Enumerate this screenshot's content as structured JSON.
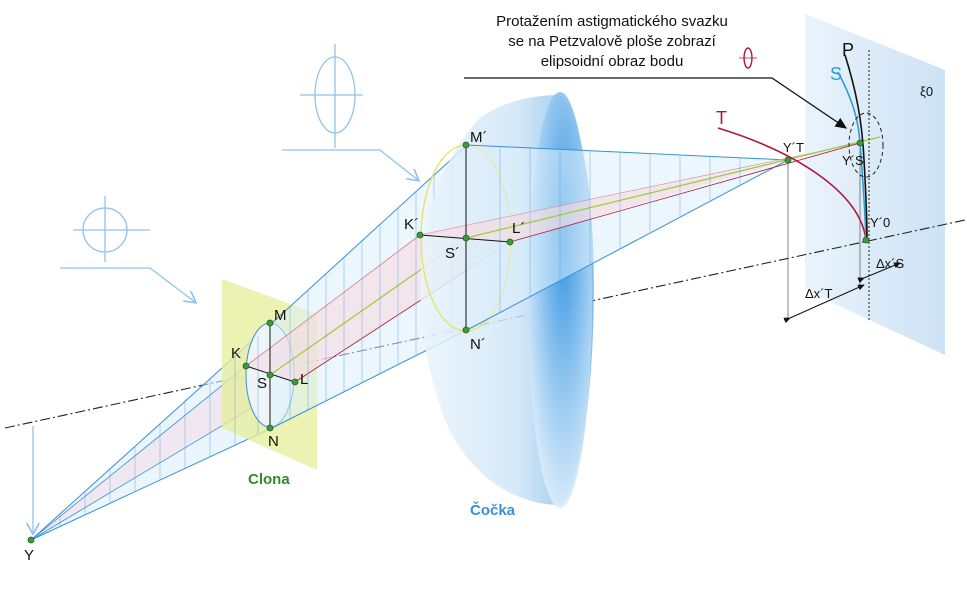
{
  "caption": {
    "line1": "Protažením astigmatického svazku",
    "line2": "se na Petzvalově ploše zobrazí",
    "line3": "elipsoidní obraz bodu"
  },
  "labels": {
    "aperture": "Clona",
    "lens": "Čočka",
    "object_point": "Y",
    "aperture_points": {
      "M": "M",
      "N": "N",
      "K": "K",
      "L": "L",
      "S": "S"
    },
    "lens_points": {
      "M": "M´",
      "N": "N´",
      "K": "K´",
      "L": "L´",
      "S": "S´"
    },
    "curve_T": "T",
    "curve_S": "S",
    "curve_P": "P",
    "image_T": "Y´T",
    "image_S": "Y´S",
    "image_0": "Y´0",
    "delta_T": "Δx´T",
    "delta_S": "Δx´S",
    "plane": "ξ0"
  },
  "colors": {
    "ray_blue": "#3a8fd6",
    "plane_blue": "#cfe4f6",
    "aperture_green": "#e6ee9c",
    "aperture_label": "#2e8b2e",
    "lens_label": "#3a8fd6",
    "tangential_red": "#b0163c",
    "sagittal_blue": "#2a9fd6",
    "point_green": "#3e9a3e"
  }
}
